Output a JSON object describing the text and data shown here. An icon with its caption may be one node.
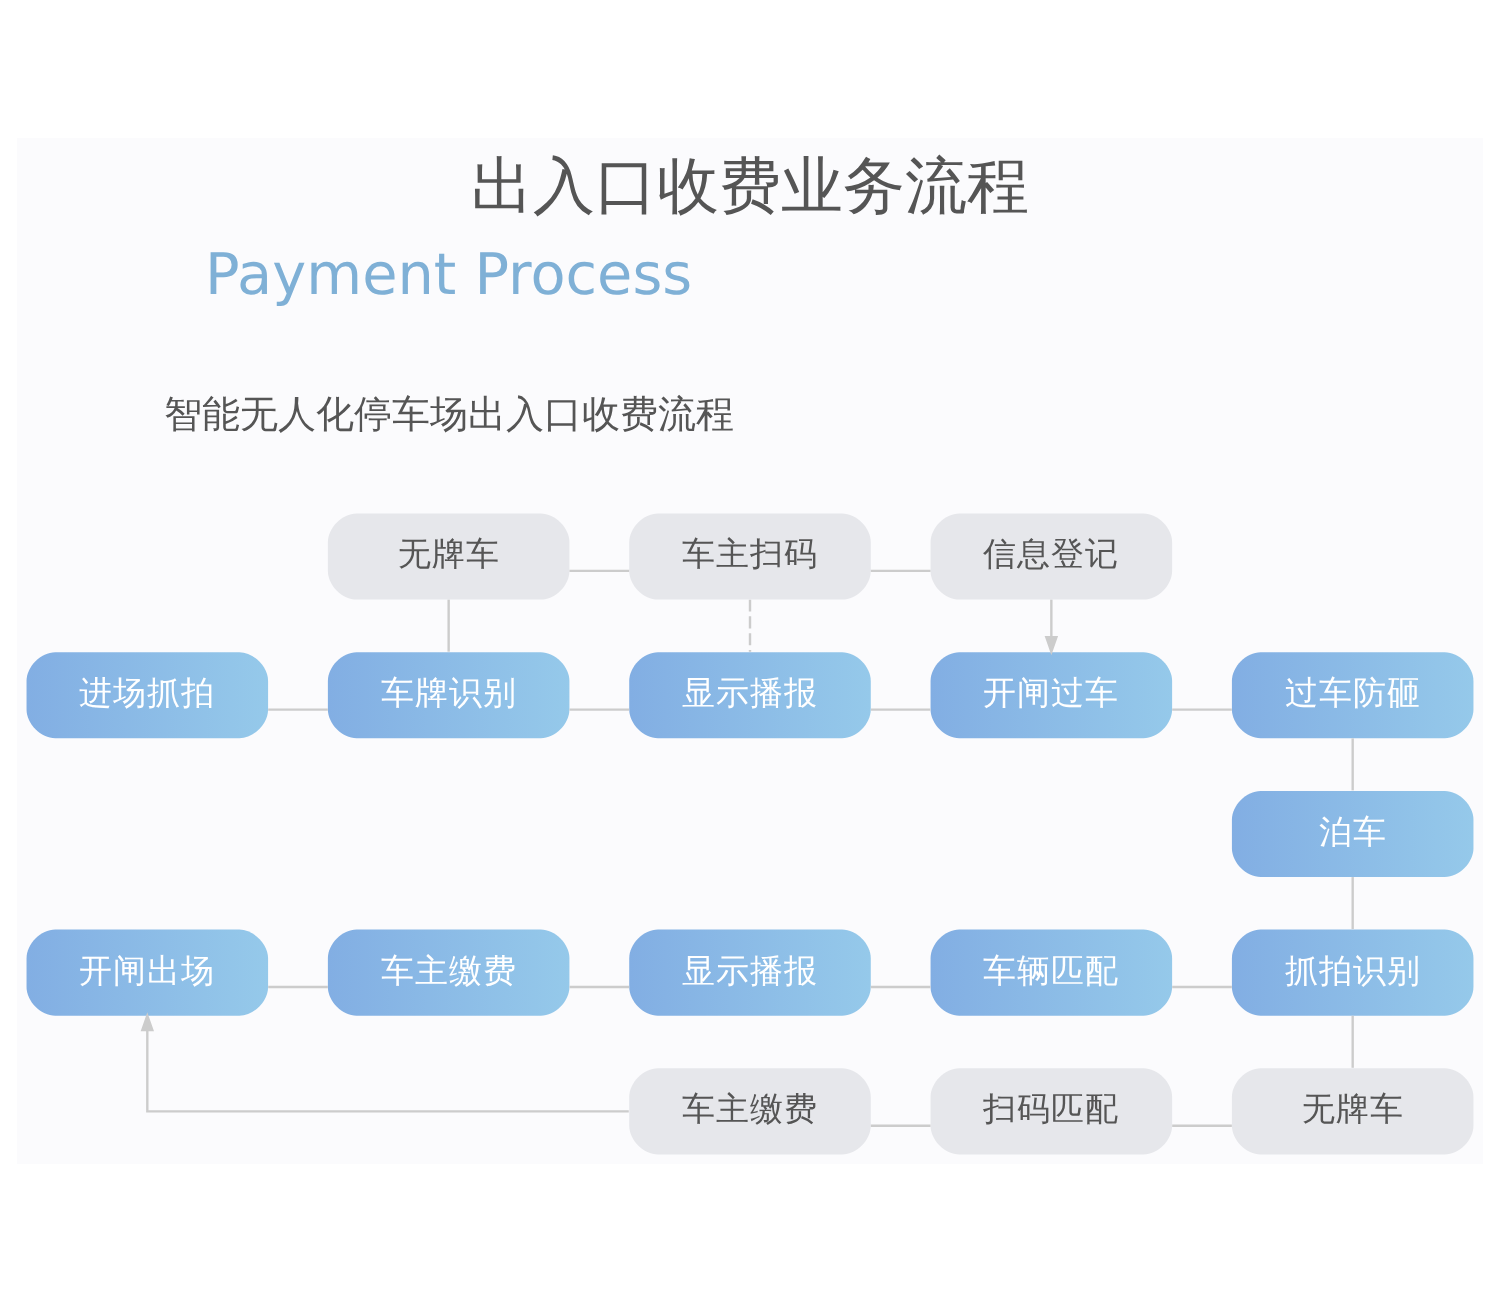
{
  "diagram": {
    "title": "出入口收费业务流程",
    "nodes": [
      {
        "text": [
          "无牌车"
        ]
      },
      {
        "text": [
          "车主扫码"
        ]
      },
      {
        "text": [
          "信息登记"
        ]
      },
      {
        "text": [
          "进场抓拍"
        ]
      },
      {
        "text": [
          "车牌识别"
        ]
      },
      {
        "text": [
          "显示播报"
        ]
      },
      {
        "text": [
          "开闸过车"
        ]
      },
      {
        "text": [
          "过车防砸"
        ]
      },
      {
        "text": [
          "泊车"
        ]
      },
      {
        "text": [
          "开闸出场"
        ]
      },
      {
        "text": [
          "车主缴费"
        ]
      },
      {
        "text": [
          "显示播报"
        ]
      },
      {
        "text": [
          "车辆匹配"
        ]
      },
      {
        "text": [
          "抓拍识别"
        ]
      },
      {
        "text": [
          "车主缴费"
        ]
      },
      {
        "text": [
          "扫码匹配"
        ]
      },
      {
        "text": [
          "无牌车"
        ]
      }
    ],
    "edges": [
      {
        "from": 3,
        "to": 4,
        "arrow": "none"
      },
      {
        "from": 4,
        "to": 5,
        "arrow": "none"
      },
      {
        "from": 5,
        "to": 6,
        "arrow": "none"
      },
      {
        "from": 6,
        "to": 7,
        "arrow": "none"
      },
      {
        "from": 0,
        "to": 4,
        "arrow": "none"
      },
      {
        "from": 0,
        "to": 1,
        "arrow": "none"
      },
      {
        "from": 1,
        "to": 2,
        "arrow": "none"
      },
      {
        "from": 1,
        "to": 5,
        "arrow": "none",
        "style": "dashed"
      },
      {
        "from": 2,
        "to": 6,
        "arrow": "to"
      },
      {
        "from": 7,
        "to": 8,
        "arrow": "none"
      },
      {
        "from": 8,
        "to": 13,
        "arrow": "none"
      },
      {
        "from": 13,
        "to": 12,
        "arrow": "none"
      },
      {
        "from": 12,
        "to": 11,
        "arrow": "none"
      },
      {
        "from": 11,
        "to": 10,
        "arrow": "none"
      },
      {
        "from": 10,
        "to": 9,
        "arrow": "none"
      },
      {
        "from": 13,
        "to": 16,
        "arrow": "none"
      },
      {
        "from": 16,
        "to": 15,
        "arrow": "none"
      },
      {
        "from": 15,
        "to": 14,
        "arrow": "none"
      },
      {
        "from": 14,
        "to": 9,
        "arrow": "to"
      }
    ],
    "labels": [
      "Payment Process",
      "智能无人化停车场出入口收费流程"
    ]
  }
}
